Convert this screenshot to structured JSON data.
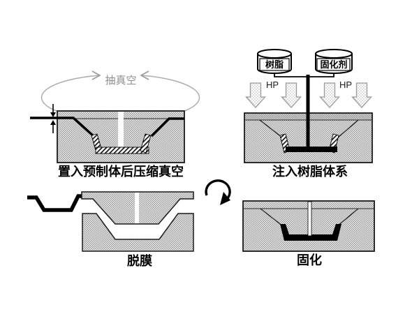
{
  "figure": {
    "stage_vacuum": {
      "loop_label": "抽真空",
      "caption": "置入预制体后压缩真空"
    },
    "stage_injection": {
      "resin_label": "树脂",
      "hardener_label": "固化剂",
      "hp_label": "HP",
      "caption": "注入树脂体系"
    },
    "stage_demold": {
      "caption": "脱膜"
    },
    "stage_cure": {
      "caption": "固化"
    }
  },
  "colors": {
    "background": "#ffffff",
    "mold_texture_gray": "#9b9b9b",
    "loop_gray": "#a8a8a8",
    "line_black": "#000000"
  }
}
